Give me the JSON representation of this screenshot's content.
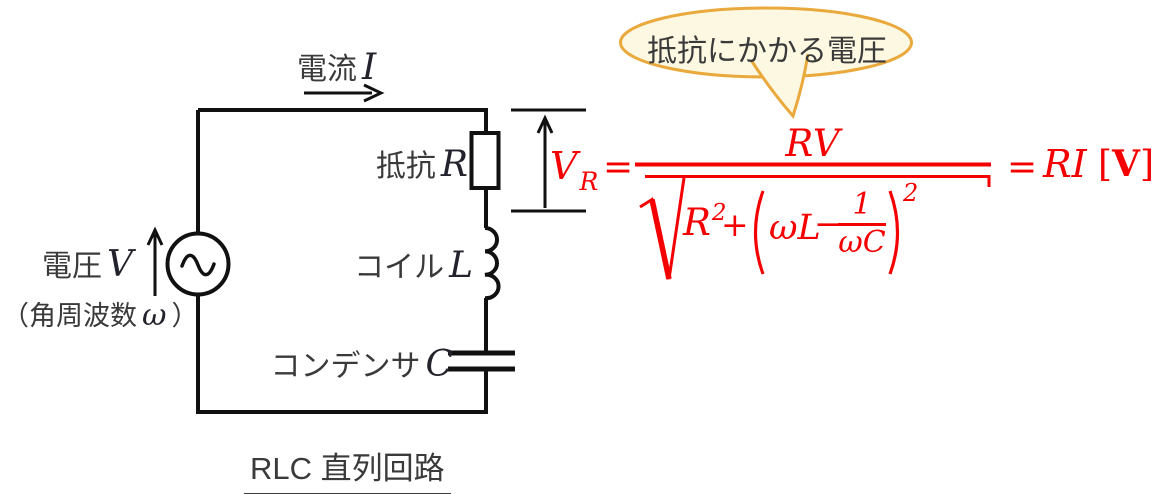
{
  "colors": {
    "wire_black": "#111111",
    "label_gray": "#3a3a3a",
    "formula_red": "#f40000",
    "bubble_fill": "#fcf8e2",
    "bubble_border": "#eaa93c"
  },
  "labels": {
    "current": {
      "jp": "電流",
      "sym": "I"
    },
    "voltage": {
      "jp": "電圧",
      "sym": "V"
    },
    "angular": {
      "open": "（角周波数",
      "sym": "ω",
      "close": "）"
    },
    "resistor": {
      "jp": "抵抗",
      "sym": "R"
    },
    "inductor": {
      "jp": "コイル",
      "sym": "L"
    },
    "capacitor": {
      "jp": "コンデンサ",
      "sym": "C"
    },
    "caption": "RLC 直列回路"
  },
  "bubble": {
    "text": "抵抗にかかる電圧"
  },
  "formula": {
    "full_text": "V_R = RV / √(R² + (ωL − 1/ωC)²) = RI [V]",
    "lhs": "V",
    "lhs_sub": "R",
    "eq1": "=",
    "numerator": "RV",
    "den_R": "R",
    "den_R_exp": "2",
    "plus": "+",
    "lparen": "(",
    "omegaL": "ωL",
    "minus": "−",
    "inner_num": "1",
    "inner_den": "ωC",
    "rparen": ")",
    "outer_exp": "2",
    "eq2": "=",
    "rhs": "RI",
    "unit_lbracket": "[",
    "unit": "V",
    "unit_rbracket": "]"
  }
}
